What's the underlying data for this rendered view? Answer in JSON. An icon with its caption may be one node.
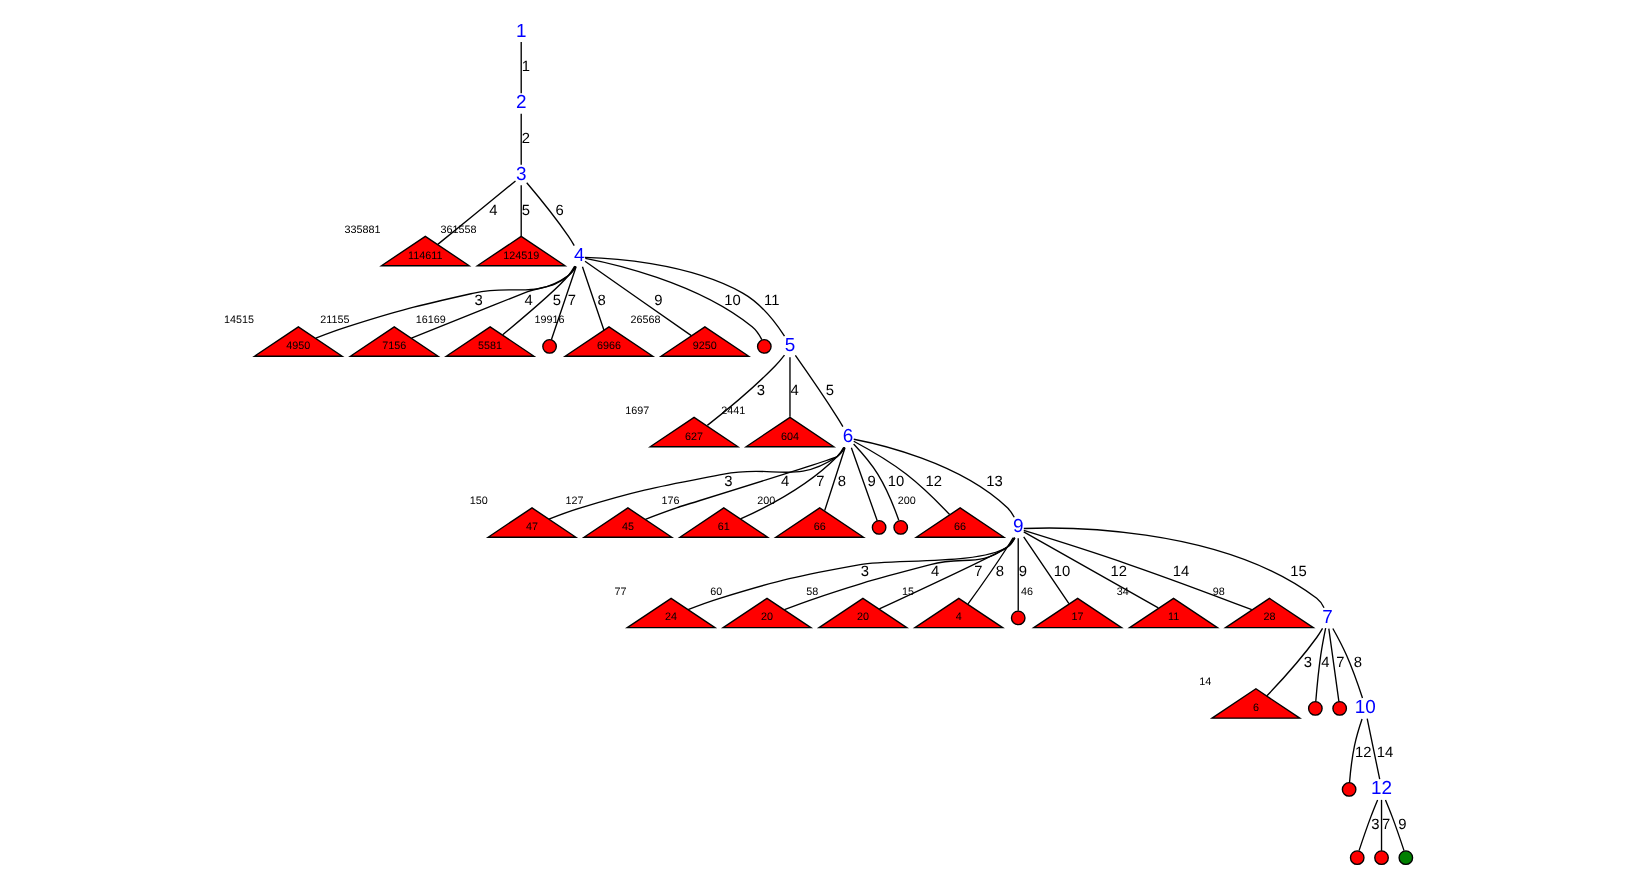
{
  "diagram": {
    "nodes": [
      {
        "text": [
          "1"
        ]
      },
      {
        "text": [
          "2"
        ]
      },
      {
        "text": [
          "3"
        ]
      },
      {
        "text": [
          "114611"
        ],
        "beside": [
          "335881"
        ]
      },
      {
        "text": [
          "124519"
        ],
        "beside": [
          "361558"
        ]
      },
      {
        "text": [
          "4"
        ]
      },
      {
        "text": [
          "4950"
        ],
        "beside": [
          "14515"
        ]
      },
      {
        "text": [
          "7156"
        ],
        "beside": [
          "21155"
        ]
      },
      {
        "text": [
          "5581"
        ],
        "beside": [
          "16169"
        ]
      },
      {
        "text": [],
        "shape": "circle"
      },
      {
        "text": [
          "6966"
        ],
        "beside": [
          "19916"
        ]
      },
      {
        "text": [
          "9250"
        ],
        "beside": [
          "26568"
        ]
      },
      {
        "text": [],
        "shape": "circle"
      },
      {
        "text": [
          "5"
        ]
      },
      {
        "text": [
          "627"
        ],
        "beside": [
          "1697"
        ]
      },
      {
        "text": [
          "604"
        ],
        "beside": [
          "2441"
        ]
      },
      {
        "text": [
          "6"
        ]
      },
      {
        "text": [
          "47"
        ],
        "beside": [
          "150"
        ]
      },
      {
        "text": [
          "45"
        ],
        "beside": [
          "127"
        ]
      },
      {
        "text": [
          "61"
        ],
        "beside": [
          "176"
        ]
      },
      {
        "text": [
          "66"
        ],
        "beside": [
          "200"
        ]
      },
      {
        "text": [],
        "shape": "circle"
      },
      {
        "text": [],
        "shape": "circle"
      },
      {
        "text": [
          "66"
        ],
        "beside": [
          "200"
        ]
      },
      {
        "text": [
          "9"
        ]
      },
      {
        "text": [
          "24"
        ],
        "beside": [
          "77"
        ]
      },
      {
        "text": [
          "20"
        ],
        "beside": [
          "60"
        ]
      },
      {
        "text": [
          "20"
        ],
        "beside": [
          "58"
        ]
      },
      {
        "text": [
          "4"
        ],
        "beside": [
          "15"
        ]
      },
      {
        "text": [],
        "shape": "circle"
      },
      {
        "text": [
          "17"
        ],
        "beside": [
          "46"
        ]
      },
      {
        "text": [
          "11"
        ],
        "beside": [
          "34"
        ]
      },
      {
        "text": [
          "28"
        ],
        "beside": [
          "98"
        ]
      },
      {
        "text": [
          "7"
        ]
      },
      {
        "text": [
          "6"
        ],
        "beside": [
          "14"
        ]
      },
      {
        "text": [],
        "shape": "circle"
      },
      {
        "text": [],
        "shape": "circle"
      },
      {
        "text": [
          "10"
        ]
      },
      {
        "text": [],
        "shape": "circle"
      },
      {
        "text": [
          "12"
        ]
      },
      {
        "text": [],
        "shape": "circle"
      },
      {
        "text": [],
        "shape": "circle"
      },
      {
        "text": [],
        "shape": "circle"
      }
    ],
    "edges": [
      {
        "from": 0,
        "to": 1,
        "arrow": "none",
        "label": "1"
      },
      {
        "from": 1,
        "to": 2,
        "arrow": "none",
        "label": "2"
      },
      {
        "from": 2,
        "to": 3,
        "arrow": "none",
        "label": "4"
      },
      {
        "from": 2,
        "to": 4,
        "arrow": "none",
        "label": "5"
      },
      {
        "from": 2,
        "to": 5,
        "arrow": "none",
        "label": "6"
      },
      {
        "from": 5,
        "to": 6,
        "arrow": "none",
        "label": "3"
      },
      {
        "from": 5,
        "to": 7,
        "arrow": "none",
        "label": "4"
      },
      {
        "from": 5,
        "to": 8,
        "arrow": "none",
        "label": "5"
      },
      {
        "from": 5,
        "to": 9,
        "arrow": "none",
        "label": "7"
      },
      {
        "from": 5,
        "to": 10,
        "arrow": "none",
        "label": "8"
      },
      {
        "from": 5,
        "to": 11,
        "arrow": "none",
        "label": "9"
      },
      {
        "from": 5,
        "to": 12,
        "arrow": "none",
        "label": "10"
      },
      {
        "from": 5,
        "to": 13,
        "arrow": "none",
        "label": "11"
      },
      {
        "from": 13,
        "to": 14,
        "arrow": "none",
        "label": "3"
      },
      {
        "from": 13,
        "to": 15,
        "arrow": "none",
        "label": "4"
      },
      {
        "from": 13,
        "to": 16,
        "arrow": "none",
        "label": "5"
      },
      {
        "from": 16,
        "to": 17,
        "arrow": "none",
        "label": "3"
      },
      {
        "from": 16,
        "to": 18,
        "arrow": "none",
        "label": "4"
      },
      {
        "from": 16,
        "to": 19,
        "arrow": "none",
        "label": "7"
      },
      {
        "from": 16,
        "to": 20,
        "arrow": "none",
        "label": "8"
      },
      {
        "from": 16,
        "to": 21,
        "arrow": "none",
        "label": "9"
      },
      {
        "from": 16,
        "to": 22,
        "arrow": "none",
        "label": "10"
      },
      {
        "from": 16,
        "to": 23,
        "arrow": "none",
        "label": "12"
      },
      {
        "from": 16,
        "to": 24,
        "arrow": "none",
        "label": "13"
      },
      {
        "from": 24,
        "to": 25,
        "arrow": "none",
        "label": "3"
      },
      {
        "from": 24,
        "to": 26,
        "arrow": "none",
        "label": "4"
      },
      {
        "from": 24,
        "to": 27,
        "arrow": "none",
        "label": "7"
      },
      {
        "from": 24,
        "to": 28,
        "arrow": "none",
        "label": "8"
      },
      {
        "from": 24,
        "to": 29,
        "arrow": "none",
        "label": "9"
      },
      {
        "from": 24,
        "to": 30,
        "arrow": "none",
        "label": "10"
      },
      {
        "from": 24,
        "to": 31,
        "arrow": "none",
        "label": "12"
      },
      {
        "from": 24,
        "to": 32,
        "arrow": "none",
        "label": "14"
      },
      {
        "from": 24,
        "to": 33,
        "arrow": "none",
        "label": "15"
      },
      {
        "from": 33,
        "to": 34,
        "arrow": "none",
        "label": "3"
      },
      {
        "from": 33,
        "to": 35,
        "arrow": "none",
        "label": "4"
      },
      {
        "from": 33,
        "to": 36,
        "arrow": "none",
        "label": "7"
      },
      {
        "from": 33,
        "to": 37,
        "arrow": "none",
        "label": "8"
      },
      {
        "from": 37,
        "to": 38,
        "arrow": "none",
        "label": "12"
      },
      {
        "from": 37,
        "to": 39,
        "arrow": "none",
        "label": "14"
      },
      {
        "from": 39,
        "to": 40,
        "arrow": "none",
        "label": "3"
      },
      {
        "from": 39,
        "to": 41,
        "arrow": "none",
        "label": "7"
      },
      {
        "from": 39,
        "to": 42,
        "arrow": "none",
        "label": "9"
      }
    ]
  }
}
